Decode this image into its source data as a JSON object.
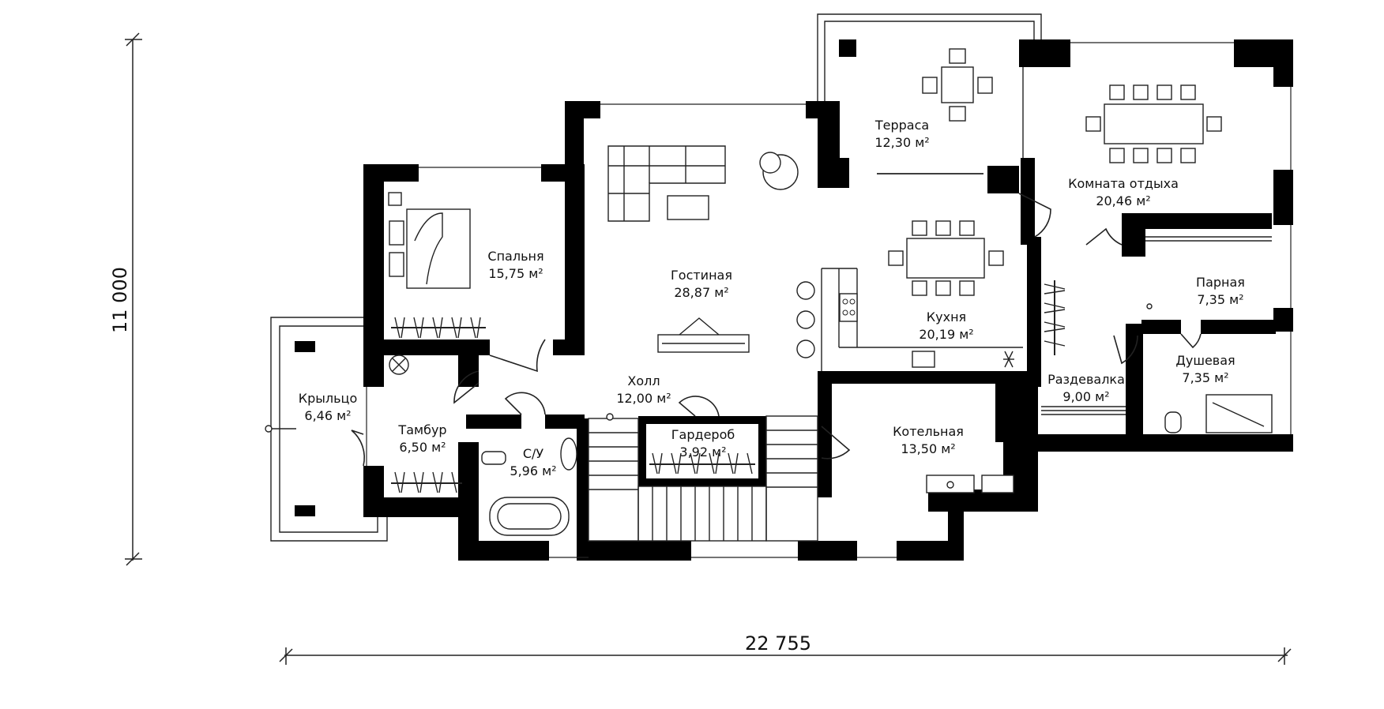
{
  "dimensions": {
    "width": "22 755",
    "height": "11 000"
  },
  "rooms": [
    {
      "name": "Терраса",
      "area": "12,30 м²"
    },
    {
      "name": "Комната отдыха",
      "area": "20,46 м²"
    },
    {
      "name": "Спальня",
      "area": "15,75 м²"
    },
    {
      "name": "Гостиная",
      "area": "28,87 м²"
    },
    {
      "name": "Кухня",
      "area": "20,19 м²"
    },
    {
      "name": "Парная",
      "area": "7,35 м²"
    },
    {
      "name": "Душевая",
      "area": "7,35 м²"
    },
    {
      "name": "Раздевалка",
      "area": "9,00 м²"
    },
    {
      "name": "Холл",
      "area": "12,00 м²"
    },
    {
      "name": "Крыльцо",
      "area": "6,46 м²"
    },
    {
      "name": "Тамбур",
      "area": "6,50 м²"
    },
    {
      "name": "С/У",
      "area": "5,96 м²"
    },
    {
      "name": "Гардероб",
      "area": "3,92 м²"
    },
    {
      "name": "Котельная",
      "area": "13,50 м²"
    }
  ]
}
